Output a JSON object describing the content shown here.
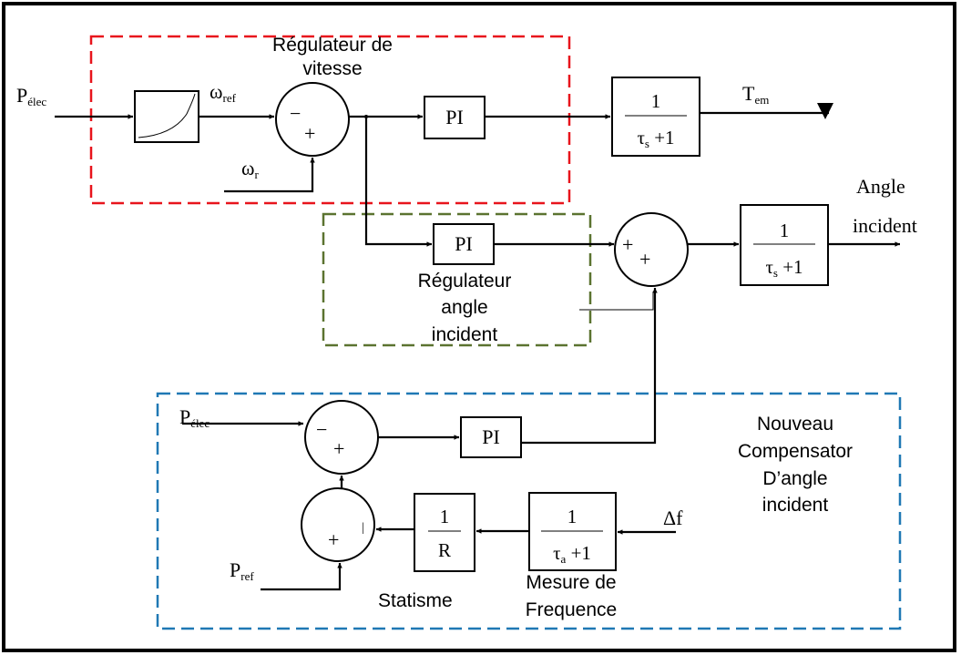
{
  "speed_regulator": {
    "title_line1": "Régulateur de",
    "title_line2": "vitesse",
    "input_main": "P",
    "input_main_sub": "élec",
    "ref_main": "ω",
    "ref_sub": "ref",
    "feedback_main": "ω",
    "feedback_sub": "r",
    "sum_minus": "−",
    "sum_plus": "+",
    "pi_label": "PI"
  },
  "torque_output": {
    "num": "1",
    "den_main": "τ",
    "den_sub": "s",
    "den_rest": " +1",
    "out_main": "T",
    "out_sub": "em"
  },
  "angle_regulator": {
    "pi_label": "PI",
    "title_line1": "Régulateur",
    "title_line2": "angle",
    "title_line3": "incident",
    "sum_plus_top": "+",
    "sum_plus_bottom": "+"
  },
  "angle_output": {
    "num": "1",
    "den_main": "τ",
    "den_sub": "s",
    "den_rest": " +1",
    "label_line1": "Angle",
    "label_line2": "incident"
  },
  "compensator": {
    "title_line1": "Nouveau",
    "title_line2": "Compensator",
    "title_line3": "D’angle",
    "title_line4": "incident",
    "input_main": "P",
    "input_main_sub": "élec",
    "sum_minus": "−",
    "sum_plus": "+",
    "pi_label": "PI",
    "lower_sum_plus": "+",
    "lower_sum_mark": "|",
    "ref_main": "P",
    "ref_sub": "ref",
    "droop_num": "1",
    "droop_den": "R",
    "droop_label": "Statisme",
    "meas_num": "1",
    "meas_den_main": "τ",
    "meas_den_sub": "a",
    "meas_den_rest": " +1",
    "meas_label_line1": "Mesure de",
    "meas_label_line2": "Frequence",
    "delta_f": "Δf"
  },
  "colors": {
    "speed_box": "#e8141c",
    "angle_box": "#5b7330",
    "compensator_box": "#1f78b4",
    "line": "#000000"
  }
}
